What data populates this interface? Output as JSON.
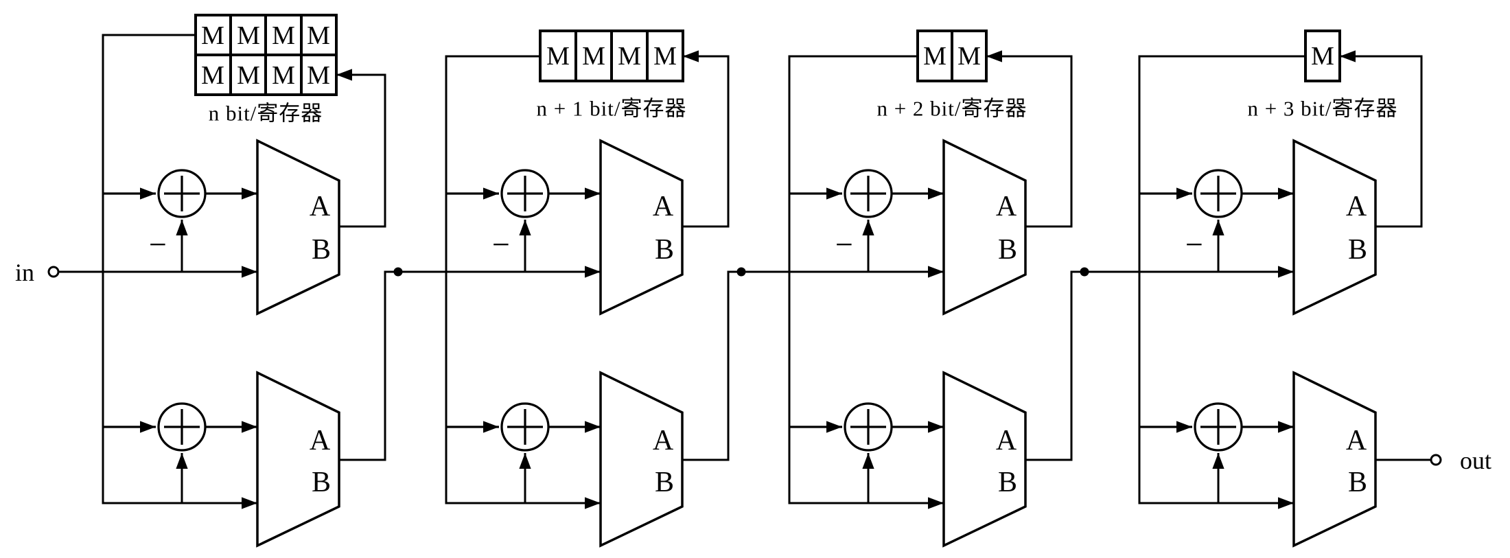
{
  "diagram": {
    "background_color": "#ffffff",
    "ink_color": "#000000",
    "input_label": "in",
    "output_label": "out",
    "mux_input_a": "A",
    "mux_input_b": "B",
    "register_cell": "M",
    "subtract_sign": "−",
    "stages": [
      {
        "label": "n bit/寄存器",
        "register_cells": 8,
        "register_rows": 2
      },
      {
        "label": "n + 1 bit/寄存器",
        "register_cells": 4,
        "register_rows": 1
      },
      {
        "label": "n + 2 bit/寄存器",
        "register_cells": 2,
        "register_rows": 1
      },
      {
        "label": "n + 3 bit/寄存器",
        "register_cells": 1,
        "register_rows": 1
      }
    ]
  }
}
